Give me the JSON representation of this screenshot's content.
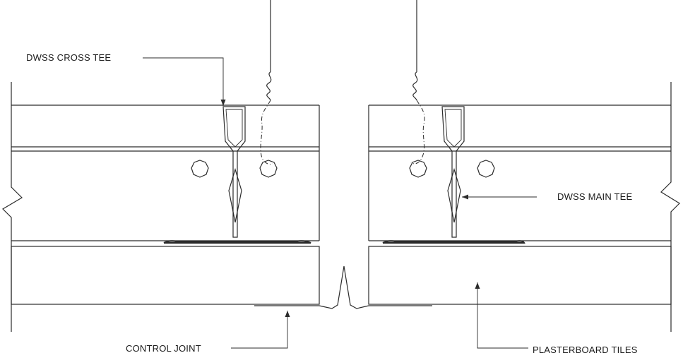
{
  "labels": {
    "cross_tee": "DWSS CROSS TEE",
    "main_tee": "DWSS MAIN TEE",
    "control_joint": "CONTROL JOINT",
    "plasterboard": "PLASTERBOARD TILES"
  },
  "colors": {
    "line": "#2b2b2b",
    "text": "#1a1a1a",
    "background": "#ffffff"
  }
}
